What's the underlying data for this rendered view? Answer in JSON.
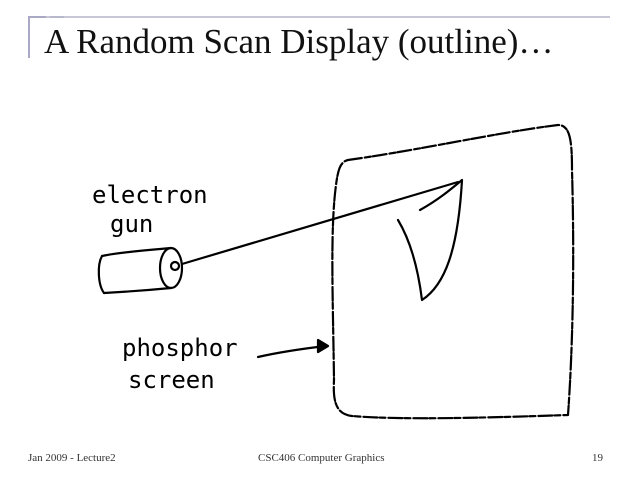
{
  "slide": {
    "title": "A Random Scan Display (outline)…",
    "labels": {
      "electron_gun_line1": "electron",
      "electron_gun_line2": "gun",
      "phosphor_line1": "phosphor",
      "phosphor_line2": "screen"
    }
  },
  "footer": {
    "left": "Jan 2009 - Lecture2",
    "center": "CSC406 Computer Graphics",
    "page_number": "19"
  },
  "colors": {
    "accent_rule": "#c7c7d6",
    "accent_dark": "#a9a9c6",
    "ink": "#000000"
  }
}
